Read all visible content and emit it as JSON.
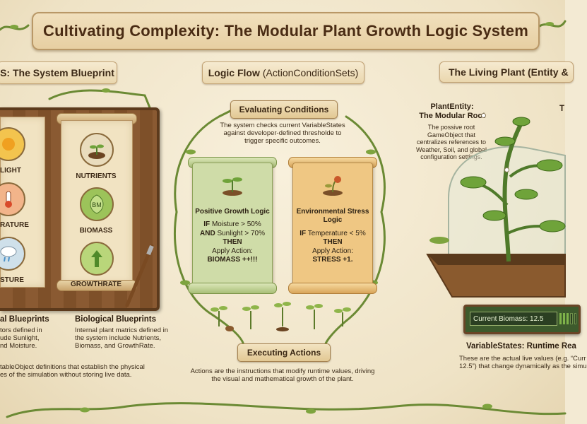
{
  "title": "Cultivating Complexity: The Modular Plant Growth Logic System",
  "sections": {
    "left": {
      "tag": "S: The System Blueprint"
    },
    "middle": {
      "tag": "Logic Flow",
      "tag_sub": "(ActionConditionSets)"
    },
    "right": {
      "tag": "The Living Plant (Entity &"
    }
  },
  "environmental": {
    "items": [
      "LIGHT",
      "RATURE",
      "STURE"
    ],
    "heading": "al Blueprints",
    "lines": [
      "tors defined in",
      "ude Sunlight,",
      "nd Moisture."
    ]
  },
  "biological": {
    "items": [
      {
        "label": "NUTRIENTS",
        "icon": "sprout-in-soil-icon"
      },
      {
        "label": "BIOMASS",
        "icon": "bm-leaf-icon",
        "badge": "BM"
      },
      {
        "label": "GROWTHRATE",
        "icon": "up-arrow-sprout-icon"
      }
    ],
    "heading": "Biological Blueprints",
    "lines": [
      "Internal plant matrics defined in",
      "the system include Nutrients,",
      "Biomass, and GrowthRate."
    ]
  },
  "blueprint_footer": [
    "tableObject definitions that establish the physical",
    "es of the simulation without storing live data."
  ],
  "logic": {
    "evaluating": {
      "label": "Evaluating Conditions",
      "lines": [
        "The system checks current VariableStates",
        "against developer-defined thresholde to",
        "trigger specific outcomes."
      ]
    },
    "positive": {
      "title": "Positive Growth Logic",
      "cond1_kw": "IF",
      "cond1": " Moisture > 50%",
      "cond2_kw": "AND",
      "cond2": " Sunlight > 70%",
      "then": "THEN",
      "apply": "Apply Action:",
      "action": "BIOMASS ++!!!"
    },
    "stress": {
      "title_line1": "Environmental Stress",
      "title_line2": "Logic",
      "cond1_kw": "IF",
      "cond1": " Temperature < 5%",
      "then": "THEN",
      "apply": "Apply Action:",
      "action": "STRESS +1."
    },
    "executing": {
      "label": "Executing Actions",
      "lines": [
        "Actions are the instructions that modify runtime values, driving",
        "the visual and mathematical growth of the plant."
      ]
    }
  },
  "plant": {
    "entity_title1": "PlantEntity:",
    "entity_title2": "The Modular Root",
    "entity_lines": [
      "The possive root",
      "GameObject that",
      "centralizes references to",
      "Weather, Soil, and global",
      "configuration settings."
    ],
    "corner_letter": "T",
    "readout": "Current Biomass: 12.5",
    "meter_filled": 3,
    "meter_total": 5,
    "vs_title": "VariableStates: Runtime Rea",
    "vs_lines": [
      "These are the actual live values (e.g. “Curr",
      "12.5”) that change dynamically as the simu"
    ]
  },
  "colors": {
    "positive_card": "#cfdca8",
    "stress_card": "#efc783",
    "vine": "#6b8a34"
  }
}
